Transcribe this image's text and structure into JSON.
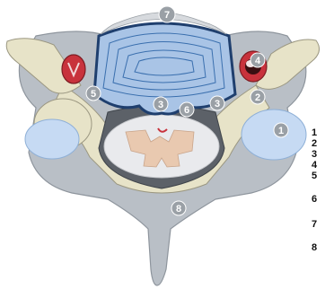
{
  "figure": {
    "callouts": [
      "7",
      "4",
      "5",
      "3",
      "6",
      "3",
      "2",
      "1",
      "8"
    ],
    "key_numbers": [
      "1",
      "2",
      "3",
      "4",
      "5",
      "6",
      "7",
      "8"
    ]
  },
  "colors": {
    "bone": "#b9bfc6",
    "bone_edge": "#8e959d",
    "disc_blue": "#a9c4e6",
    "disc_line": "#3a6fae",
    "ligament": "#e7e3c8",
    "artery_red": "#c8323c",
    "cord_gray": "#e9eaed",
    "gray_matter": "#e9c9b0"
  }
}
